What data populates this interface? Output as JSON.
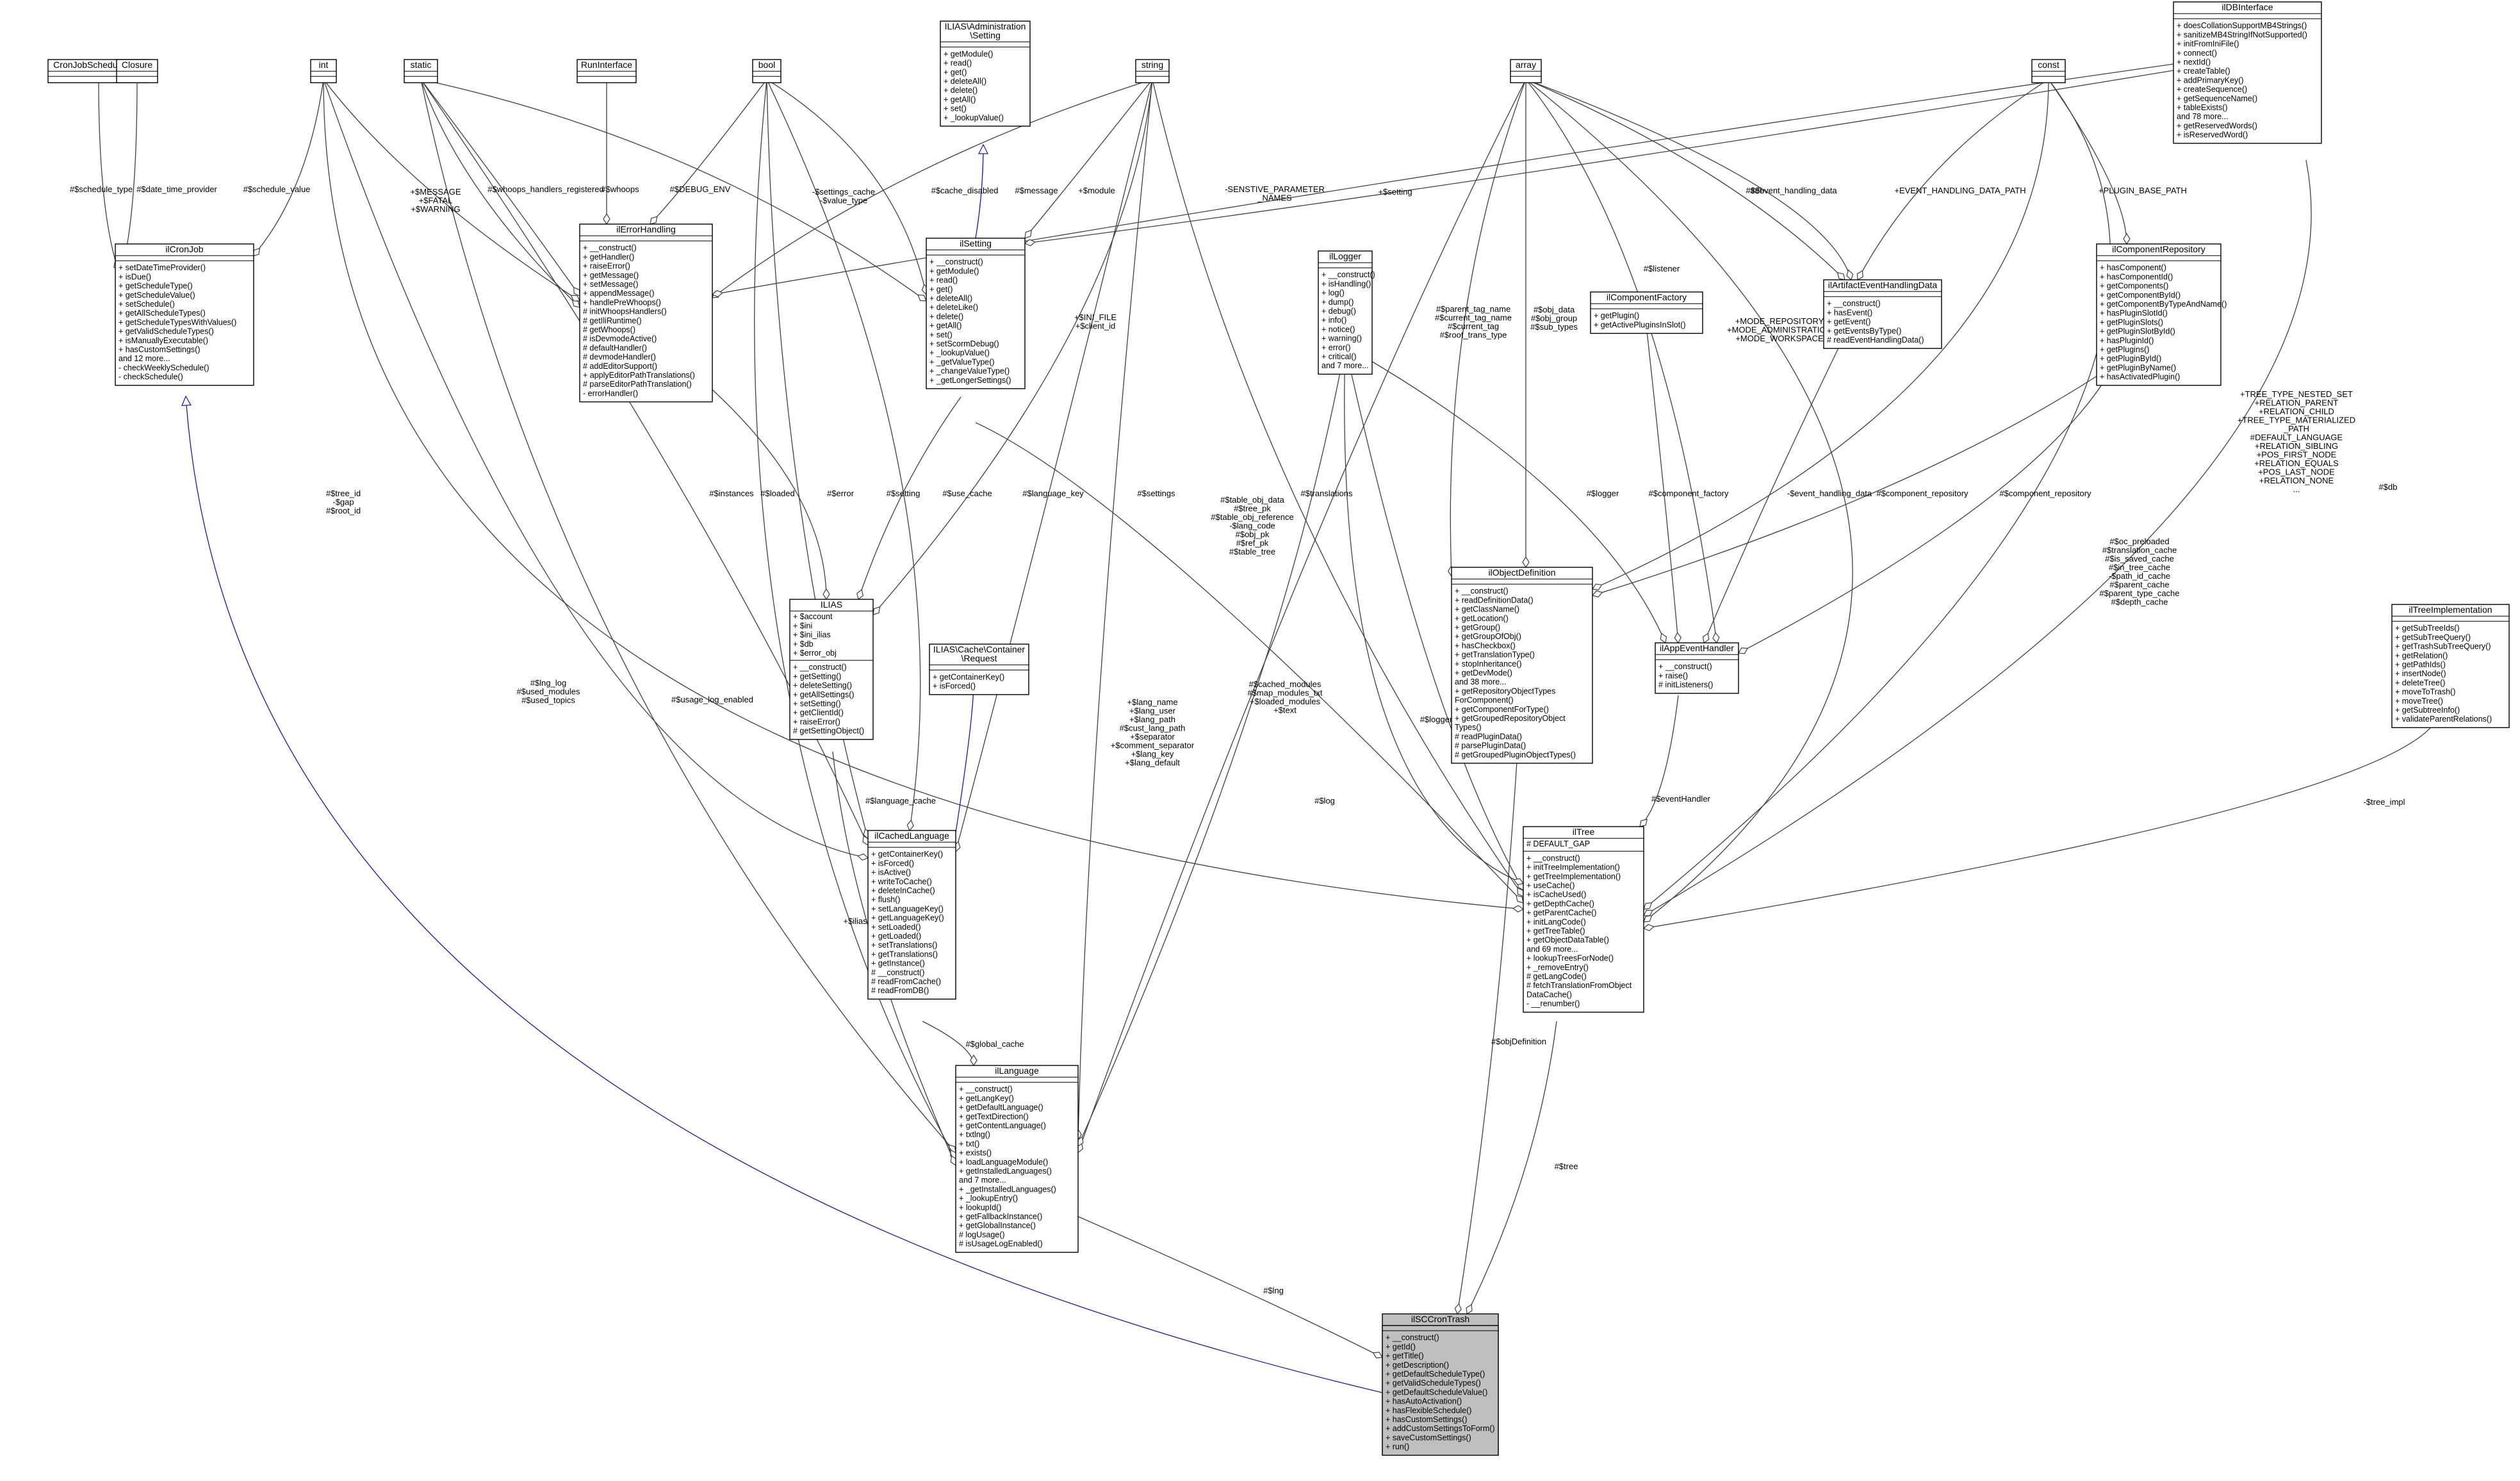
{
  "classes": [
    {
      "id": "CronJobScheduleType",
      "title": "CronJobScheduleType",
      "compartments": [
        [],
        []
      ]
    },
    {
      "id": "Closure",
      "title": "Closure",
      "compartments": [
        [],
        []
      ]
    },
    {
      "id": "int",
      "title": "int",
      "compartments": [
        [],
        []
      ]
    },
    {
      "id": "static",
      "title": "static",
      "compartments": [
        [],
        []
      ]
    },
    {
      "id": "RunInterface",
      "title": "RunInterface",
      "compartments": [
        [],
        []
      ]
    },
    {
      "id": "bool",
      "title": "bool",
      "compartments": [
        [],
        []
      ]
    },
    {
      "id": "string",
      "title": "string",
      "compartments": [
        [],
        []
      ]
    },
    {
      "id": "array",
      "title": "array",
      "compartments": [
        [],
        []
      ]
    },
    {
      "id": "const",
      "title": "const",
      "compartments": [
        [],
        []
      ]
    },
    {
      "id": "AdminSetting",
      "title": [
        "ILIAS\\Administration",
        "\\Setting"
      ],
      "compartments": [
        [],
        [
          "+ getModule()",
          "+ read()",
          "+ get()",
          "+ deleteAll()",
          "+ delete()",
          "+ getAll()",
          "+ set()",
          "+ _lookupValue()"
        ]
      ]
    },
    {
      "id": "ilDBInterface",
      "title": "ilDBInterface",
      "compartments": [
        [],
        [
          "+ doesCollationSupportMB4Strings()",
          "+ sanitizeMB4StringIfNotSupported()",
          "+ initFromIniFile()",
          "+ connect()",
          "+ nextId()",
          "+ createTable()",
          "+ addPrimaryKey()",
          "+ createSequence()",
          "+ getSequenceName()",
          "+ tableExists()",
          "and 78 more...",
          "+ getReservedWords()",
          "+ isReservedWord()"
        ]
      ]
    },
    {
      "id": "ilCronJob",
      "title": "ilCronJob",
      "compartments": [
        [],
        [
          "+ setDateTimeProvider()",
          "+ isDue()",
          "+ getScheduleType()",
          "+ getScheduleValue()",
          "+ setSchedule()",
          "+ getAllScheduleTypes()",
          "+ getScheduleTypesWithValues()",
          "+ getValidScheduleTypes()",
          "+ isManuallyExecutable()",
          "+ hasCustomSettings()",
          "and 12 more...",
          "- checkWeeklySchedule()",
          "- checkSchedule()"
        ]
      ]
    },
    {
      "id": "ilErrorHandling",
      "title": "ilErrorHandling",
      "compartments": [
        [],
        [
          "+ __construct()",
          "+ getHandler()",
          "+ raiseError()",
          "+ getMessage()",
          "+ setMessage()",
          "+ appendMessage()",
          "+ handlePreWhoops()",
          "# initWhoopsHandlers()",
          "# getIliRuntime()",
          "# getWhoops()",
          "# isDevmodeActive()",
          "# defaultHandler()",
          "# devmodeHandler()",
          "# addEditorSupport()",
          "+ applyEditorPathTranslations()",
          "# parseEditorPathTranslation()",
          "- errorHandler()"
        ]
      ]
    },
    {
      "id": "ilSetting",
      "title": "ilSetting",
      "compartments": [
        [],
        [
          "+ __construct()",
          "+ getModule()",
          "+ read()",
          "+ get()",
          "+ deleteAll()",
          "+ deleteLike()",
          "+ delete()",
          "+ getAll()",
          "+ set()",
          "+ setScormDebug()",
          "+ _lookupValue()",
          "+ _getValueType()",
          "+ _changeValueType()",
          "+ _getLongerSettings()"
        ]
      ]
    },
    {
      "id": "ilLogger",
      "title": "ilLogger",
      "compartments": [
        [],
        [
          "+ __construct()",
          "+ isHandling()",
          "+ log()",
          "+ dump()",
          "+ debug()",
          "+ info()",
          "+ notice()",
          "+ warning()",
          "+ error()",
          "+ critical()",
          "and 7 more..."
        ]
      ]
    },
    {
      "id": "ilComponentFactory",
      "title": "ilComponentFactory",
      "compartments": [
        [],
        [
          "+ getPlugin()",
          "+ getActivePluginsInSlot()"
        ]
      ]
    },
    {
      "id": "ilArtifactEventHandlingData",
      "title": "ilArtifactEventHandlingData",
      "compartments": [
        [],
        [
          "+ __construct()",
          "+ hasEvent()",
          "+ getEvent()",
          "+ getEventsByType()",
          "# readEventHandlingData()"
        ]
      ]
    },
    {
      "id": "ilComponentRepository",
      "title": "ilComponentRepository",
      "compartments": [
        [],
        [
          "+ hasComponent()",
          "+ hasComponentId()",
          "+ getComponents()",
          "+ getComponentById()",
          "+ getComponentByTypeAndName()",
          "+ hasPluginSlotId()",
          "+ getPluginSlots()",
          "+ getPluginSlotById()",
          "+ hasPluginId()",
          "+ getPlugins()",
          "+ getPluginById()",
          "+ getPluginByName()",
          "+ hasActivatedPlugin()"
        ]
      ]
    },
    {
      "id": "ILIAS",
      "title": "ILIAS",
      "compartments": [
        [
          "+ $account",
          "+ $ini",
          "+ $ini_ilias",
          "+ $db",
          "+ $error_obj"
        ],
        [
          "+ __construct()",
          "+ getSetting()",
          "+ deleteSetting()",
          "+ getAllSettings()",
          "+ setSetting()",
          "+ getClientId()",
          "+ raiseError()",
          "# getSettingObject()"
        ]
      ]
    },
    {
      "id": "CacheRequest",
      "title": [
        "ILIAS\\Cache\\Container",
        "\\Request"
      ],
      "compartments": [
        [],
        [
          "+ getContainerKey()",
          "+ isForced()"
        ]
      ]
    },
    {
      "id": "ilObjectDefinition",
      "title": "ilObjectDefinition",
      "compartments": [
        [],
        [
          "+ __construct()",
          "+ readDefinitionData()",
          "+ getClassName()",
          "+ getLocation()",
          "+ getGroup()",
          "+ getGroupOfObj()",
          "+ hasCheckbox()",
          "+ getTranslationType()",
          "+ stopInheritance()",
          "+ getDevMode()",
          "and 38 more...",
          "+ getRepositoryObjectTypes",
          "ForComponent()",
          "+ getComponentForType()",
          "+ getGroupedRepositoryObject",
          "Types()",
          "# readPluginData()",
          "# parsePluginData()",
          "# getGroupedPluginObjectTypes()"
        ]
      ]
    },
    {
      "id": "ilAppEventHandler",
      "title": "ilAppEventHandler",
      "compartments": [
        [],
        [
          "+ __construct()",
          "+ raise()",
          "# initListeners()"
        ]
      ]
    },
    {
      "id": "ilTreeImplementation",
      "title": "ilTreeImplementation",
      "compartments": [
        [],
        [
          "+ getSubTreeIds()",
          "+ getSubTreeQuery()",
          "+ getTrashSubTreeQuery()",
          "+ getRelation()",
          "+ getPathIds()",
          "+ insertNode()",
          "+ deleteTree()",
          "+ moveToTrash()",
          "+ moveTree()",
          "+ getSubtreeInfo()",
          "+ validateParentRelations()"
        ]
      ]
    },
    {
      "id": "ilCachedLanguage",
      "title": "ilCachedLanguage",
      "compartments": [
        [],
        [
          "+ getContainerKey()",
          "+ isForced()",
          "+ isActive()",
          "+ writeToCache()",
          "+ deleteInCache()",
          "+ flush()",
          "+ setLanguageKey()",
          "+ getLanguageKey()",
          "+ setLoaded()",
          "+ getLoaded()",
          "+ setTranslations()",
          "+ getTranslations()",
          "+ getInstance()",
          "# __construct()",
          "# readFromCache()",
          "# readFromDB()"
        ]
      ]
    },
    {
      "id": "ilTree",
      "title": "ilTree",
      "compartments": [
        [
          "# DEFAULT_GAP"
        ],
        [
          "+ __construct()",
          "+ initTreeImplementation()",
          "+ getTreeImplementation()",
          "+ useCache()",
          "+ isCacheUsed()",
          "+ getDepthCache()",
          "+ getParentCache()",
          "+ initLangCode()",
          "+ getTreeTable()",
          "+ getObjectDataTable()",
          "and 69 more...",
          "+ lookupTreesForNode()",
          "+ _removeEntry()",
          "# getLangCode()",
          "# fetchTranslationFromObject",
          "DataCache()",
          "- __renumber()"
        ]
      ]
    },
    {
      "id": "ilLanguage",
      "title": "ilLanguage",
      "compartments": [
        [],
        [
          "+ __construct()",
          "+ getLangKey()",
          "+ getDefaultLanguage()",
          "+ getTextDirection()",
          "+ getContentLanguage()",
          "+ txtlng()",
          "+ txt()",
          "+ exists()",
          "+ loadLanguageModule()",
          "+ getInstalledLanguages()",
          "and 7 more...",
          "+ _getInstalledLanguages()",
          "+ _lookupEntry()",
          "+ lookupId()",
          "+ getFallbackInstance()",
          "+ getGlobalInstance()",
          "# logUsage()",
          "# isUsageLogEnabled()"
        ]
      ]
    },
    {
      "id": "ilSCCronTrash",
      "title": "ilSCCronTrash",
      "compartments": [
        [],
        [
          "+ __construct()",
          "+ getId()",
          "+ getTitle()",
          "+ getDescription()",
          "+ getDefaultScheduleType()",
          "+ getValidScheduleTypes()",
          "+ getDefaultScheduleValue()",
          "+ hasAutoActivation()",
          "+ hasFlexibleSchedule()",
          "+ hasCustomSettings()",
          "+ addCustomSettingsToForm()",
          "+ saveCustomSettings()",
          "+ run()"
        ]
      ]
    }
  ],
  "edge_labels": [
    {
      "id": "schedule_type",
      "lines": [
        "#$schedule_type"
      ]
    },
    {
      "id": "date_time_provider",
      "lines": [
        "#$date_time_provider"
      ]
    },
    {
      "id": "schedule_value",
      "lines": [
        "#$schedule_value"
      ]
    },
    {
      "id": "err_message",
      "lines": [
        "+$MESSAGE",
        "+$FATAL",
        "+$WARNING"
      ]
    },
    {
      "id": "whoops_handlers",
      "lines": [
        "#$whoops_handlers_registered"
      ]
    },
    {
      "id": "whoops",
      "lines": [
        "#$whoops"
      ]
    },
    {
      "id": "debug_env",
      "lines": [
        "#$DEBUG_ENV"
      ]
    },
    {
      "id": "settings_cache",
      "lines": [
        "-$settings_cache",
        "-$value_type"
      ]
    },
    {
      "id": "cache_disabled",
      "lines": [
        "#$cache_disabled"
      ]
    },
    {
      "id": "message",
      "lines": [
        "#$message"
      ]
    },
    {
      "id": "module",
      "lines": [
        "+$module"
      ]
    },
    {
      "id": "sensitive",
      "lines": [
        "-SENSTIVE_PARAMETER",
        "_NAMES"
      ]
    },
    {
      "id": "setting_db",
      "lines": [
        "+$setting"
      ]
    },
    {
      "id": "db",
      "lines": [
        "#$db"
      ]
    },
    {
      "id": "event_handling_data",
      "lines": [
        "#$event_handling_data"
      ]
    },
    {
      "id": "event_handling_path",
      "lines": [
        "+EVENT_HANDLING_DATA_PATH"
      ]
    },
    {
      "id": "plugin_base_path",
      "lines": [
        "+PLUGIN_BASE_PATH"
      ]
    },
    {
      "id": "ini_file",
      "lines": [
        "+$INI_FILE",
        "+$client_id"
      ]
    },
    {
      "id": "parent_tag",
      "lines": [
        "#$parent_tag_name",
        "#$current_tag_name",
        "#$current_tag",
        "#$root_trans_type"
      ]
    },
    {
      "id": "obj_data",
      "lines": [
        "#$obj_data",
        "#$obj_group",
        "#$sub_types"
      ]
    },
    {
      "id": "listener",
      "lines": [
        "#$listener"
      ]
    },
    {
      "id": "mode_repository",
      "lines": [
        "+MODE_REPOSITORY",
        "+MODE_ADMINISTRATION",
        "+MODE_WORKSPACE"
      ]
    },
    {
      "id": "tree_type_nested",
      "lines": [
        "+TREE_TYPE_NESTED_SET",
        "+RELATION_PARENT",
        "+RELATION_CHILD",
        "+TREE_TYPE_MATERIALIZED",
        "_PATH",
        "#DEFAULT_LANGUAGE",
        "+RELATION_SIBLING",
        "+POS_FIRST_NODE",
        "+RELATION_EQUALS",
        "+POS_LAST_NODE",
        "+RELATION_NONE",
        "..."
      ]
    },
    {
      "id": "tree_db",
      "lines": [
        "#$db"
      ]
    },
    {
      "id": "instances",
      "lines": [
        "#$instances"
      ]
    },
    {
      "id": "loaded",
      "lines": [
        "#$loaded"
      ]
    },
    {
      "id": "error",
      "lines": [
        "#$error"
      ]
    },
    {
      "id": "setting",
      "lines": [
        "#$setting"
      ]
    },
    {
      "id": "use_cache",
      "lines": [
        "#$use_cache"
      ]
    },
    {
      "id": "language_key",
      "lines": [
        "#$language_key"
      ]
    },
    {
      "id": "settings",
      "lines": [
        "#$settings"
      ]
    },
    {
      "id": "table_obj_data",
      "lines": [
        "#$table_obj_data",
        "#$tree_pk",
        "#$table_obj_reference",
        "-$lang_code",
        "#$obj_pk",
        "#$ref_pk",
        "#$table_tree"
      ]
    },
    {
      "id": "translations",
      "lines": [
        "#$translations"
      ]
    },
    {
      "id": "logger",
      "lines": [
        "#$logger"
      ]
    },
    {
      "id": "component_factory",
      "lines": [
        "#$component_factory"
      ]
    },
    {
      "id": "event_handling_data2",
      "lines": [
        "-$event_handling_data"
      ]
    },
    {
      "id": "component_repository",
      "lines": [
        "#$component_repository"
      ]
    },
    {
      "id": "component_repository2",
      "lines": [
        "#$component_repository"
      ]
    },
    {
      "id": "oc_preloaded",
      "lines": [
        "#$oc_preloaded",
        "#$translation_cache",
        "#$is_saved_cache",
        "#$in_tree_cache",
        "-$path_id_cache",
        "#$parent_cache",
        "#$parent_type_cache",
        "#$depth_cache"
      ]
    },
    {
      "id": "tree_id",
      "lines": [
        "#$tree_id",
        "-$gap",
        "#$root_id"
      ]
    },
    {
      "id": "lng_log",
      "lines": [
        "#$lng_log",
        "#$used_modules",
        "#$used_topics"
      ]
    },
    {
      "id": "usage_log",
      "lines": [
        "#$usage_log_enabled"
      ]
    },
    {
      "id": "lang_name",
      "lines": [
        "+$lang_name",
        "+$lang_user",
        "+$lang_path",
        "#$cust_lang_path",
        "+$separator",
        "+$comment_separator",
        "+$lang_key",
        "+$lang_default"
      ]
    },
    {
      "id": "cached_modules",
      "lines": [
        "#$cached_modules",
        "#$map_modules_txt",
        "+$loaded_modules",
        "+$text"
      ]
    },
    {
      "id": "tree_logger",
      "lines": [
        "#$logger"
      ]
    },
    {
      "id": "language_cache",
      "lines": [
        "#$language_cache"
      ]
    },
    {
      "id": "log",
      "lines": [
        "#$log"
      ]
    },
    {
      "id": "event_handler",
      "lines": [
        "#$eventHandler"
      ]
    },
    {
      "id": "tree_impl",
      "lines": [
        "-$tree_impl"
      ]
    },
    {
      "id": "ilias",
      "lines": [
        "+$ilias"
      ]
    },
    {
      "id": "global_cache",
      "lines": [
        "#$global_cache"
      ]
    },
    {
      "id": "obj_definition",
      "lines": [
        "#$objDefinition"
      ]
    },
    {
      "id": "tree",
      "lines": [
        "#$tree"
      ]
    },
    {
      "id": "lng",
      "lines": [
        "#$lng"
      ]
    }
  ],
  "colors": {
    "focus_fill": "#bfbfbf",
    "inherit_edge": "#1a1a9a",
    "edge": "#404040"
  }
}
